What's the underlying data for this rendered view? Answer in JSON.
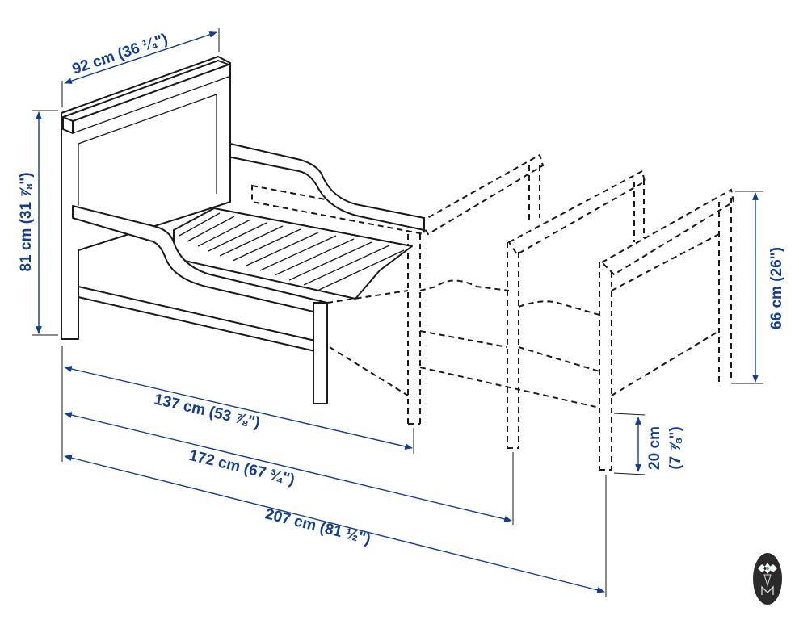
{
  "dimensions": {
    "width": "92 cm (36 ¼\")",
    "height": "81 cm (31 ⅞\")",
    "extension_height": "66 cm (26\")",
    "length_min": "137 cm (53 ⅞\")",
    "length_mid": "172 cm (67 ¾\")",
    "length_max": "207 cm (81 ½\")",
    "leg_height_line1": "20 cm",
    "leg_height_line2": "(7 ⅞\")"
  },
  "colors": {
    "dimension": "#123e8c",
    "drawing": "#1a1a1a"
  },
  "watermark": {
    "icon": "logo-badge-icon",
    "letter": "M"
  }
}
